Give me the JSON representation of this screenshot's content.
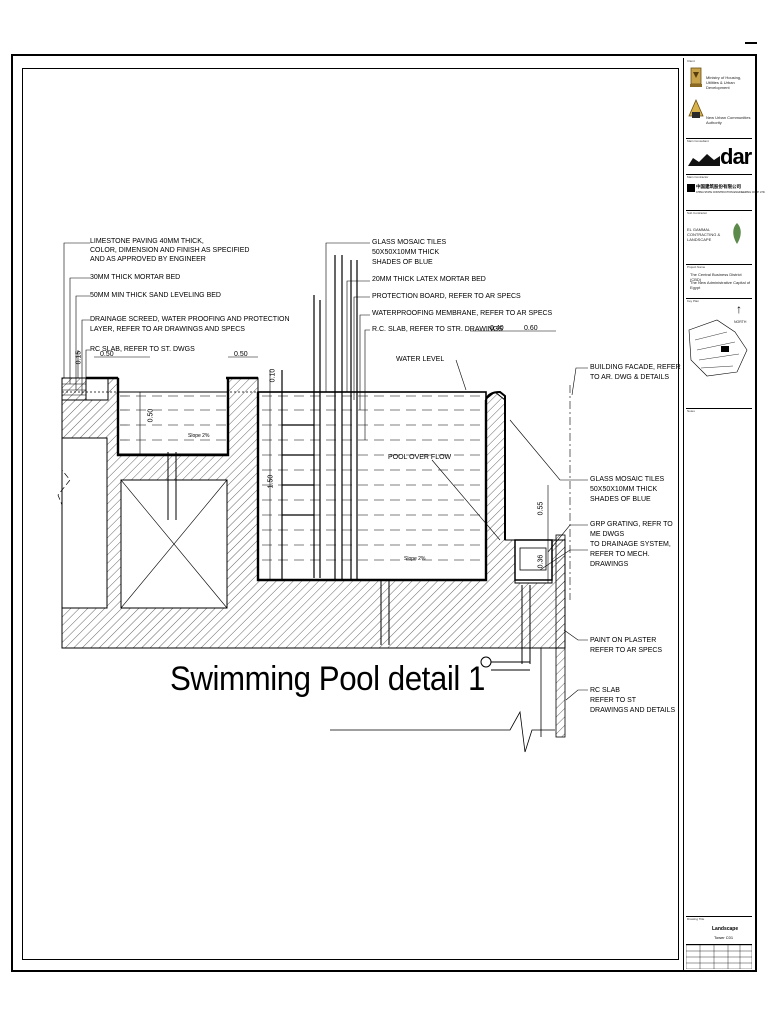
{
  "drawing": {
    "title": "Swimming Pool detail 1",
    "labels_left": [
      "LIMESTONE PAVING 40MM THICK,",
      "COLOR, DIMENSION AND FINISH AS SPECIFIED",
      "AND AS APPROVED BY ENGINEER",
      "30MM THICK MORTAR BED",
      "50MM MIN THICK SAND LEVELING BED",
      "DRAINAGE SCREED, WATER PROOFING AND PROTECTION",
      "LAYER, REFER TO AR DRAWINGS AND SPECS",
      "RC SLAB, REFER TO ST. DWGS"
    ],
    "labels_top": [
      "GLASS MOSAIC TILES",
      "50X50X10MM THICK",
      "SHADES OF BLUE",
      "20MM THICK LATEX MORTAR BED",
      "PROTECTION BOARD, REFER TO AR SPECS",
      "WATERPROOFING MEMBRANE, REFER TO AR SPECS",
      "R.C. SLAB, REFER TO STR. DRAWINGS"
    ],
    "labels_right": [
      "BUILDING FACADE, REFER",
      "TO AR. DWG & DETAILS",
      "GLASS MOSAIC TILES",
      "50X50X10MM THICK",
      "SHADES OF BLUE",
      "GRP GRATING, REFR TO",
      "ME DWGS",
      "TO DRAINAGE SYSTEM,",
      "REFER TO MECH.",
      "DRAWINGS",
      "PAINT ON PLASTER",
      "REFER TO AR SPECS",
      "RC SLAB",
      "REFER TO ST",
      "DRAWINGS AND DETAILS"
    ],
    "water_level": "WATER LEVEL",
    "pool_overflow": "POOL OVER FLOW",
    "slope1": "Slope 2%",
    "slope2": "Slope 2%",
    "dims": {
      "d050_left": "0.50",
      "d050_top": "0.50",
      "d040": "0.40",
      "d060": "0.60",
      "d010": "0.10",
      "d015": "0.15",
      "d150": "1.50",
      "d050_v": "0.50",
      "d055": "0.55",
      "d036": "0.36"
    }
  },
  "title_block": {
    "client_cap": "Client",
    "client1": "Ministry of Housing, Utilities & Urban Development",
    "client2": "New Urban Communities Authority",
    "consultant_cap": "Main Consultant",
    "consultant": "dar",
    "contractor_cap": "Main Contractor",
    "contractor_cn": "中国建筑股份有限公司",
    "contractor_en": "CHINA STATE CONSTRUCTION ENGINEERING CORP. LTD.",
    "sub_cap": "Sub Contractor",
    "sub": "EL GAMMAL CONTRACTING & LANDSCAPE",
    "project_cap": "Project Name",
    "project1": "The Central Business District (CBD)",
    "project2": "The New Administrative Capital of Egypt",
    "keyplan_cap": "Key Plan",
    "north": "NORTH",
    "notes_cap": "Notes",
    "drawing_title_cap": "Drawing Title",
    "drawing_title": "Landscape",
    "drawing_sub": "Tower C01"
  }
}
